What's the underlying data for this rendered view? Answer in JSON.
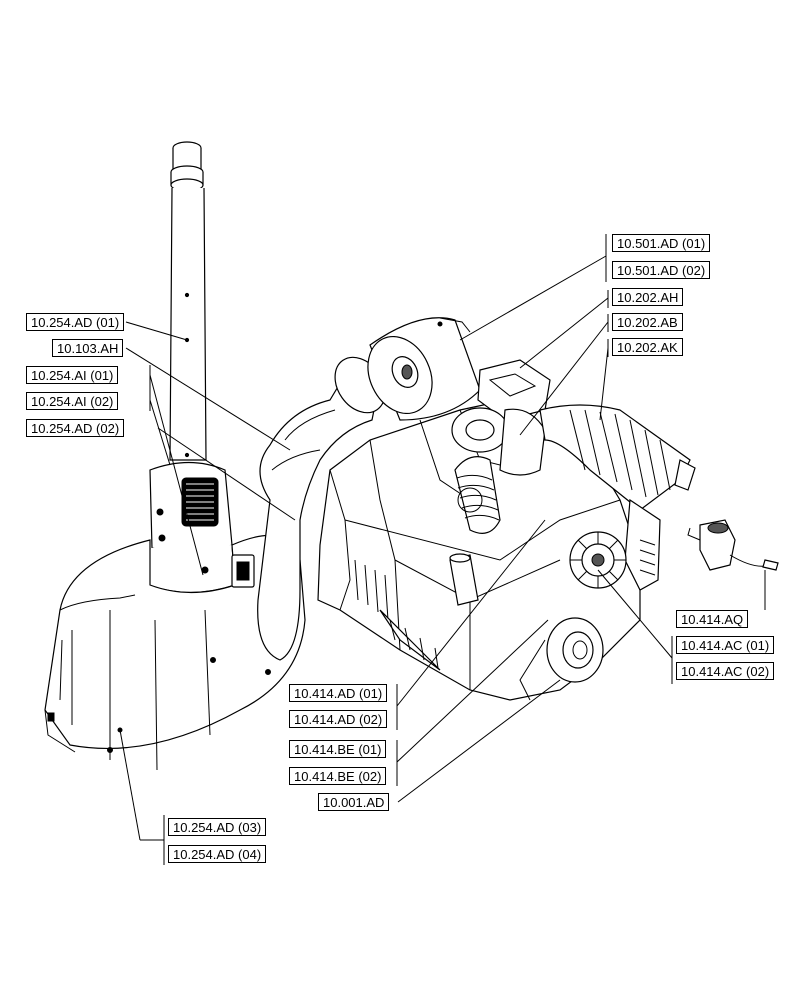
{
  "labels": [
    {
      "id": "l1",
      "text": "10.501.AD (01)",
      "interactable": true
    },
    {
      "id": "l2",
      "text": "10.501.AD (02)",
      "interactable": true
    },
    {
      "id": "l3",
      "text": "10.202.AH",
      "interactable": true
    },
    {
      "id": "l4",
      "text": "10.202.AB",
      "interactable": true
    },
    {
      "id": "l5",
      "text": "10.202.AK",
      "interactable": true
    },
    {
      "id": "l6",
      "text": "10.254.AD (01)",
      "interactable": true
    },
    {
      "id": "l7",
      "text": "10.103.AH",
      "interactable": true
    },
    {
      "id": "l8",
      "text": "10.254.AI (01)",
      "interactable": true
    },
    {
      "id": "l9",
      "text": "10.254.AI (02)",
      "interactable": true
    },
    {
      "id": "l10",
      "text": "10.254.AD (02)",
      "interactable": true
    },
    {
      "id": "l11",
      "text": "10.414.AQ",
      "interactable": true
    },
    {
      "id": "l12",
      "text": "10.414.AC (01)",
      "interactable": true
    },
    {
      "id": "l13",
      "text": "10.414.AC (02)",
      "interactable": true
    },
    {
      "id": "l14",
      "text": "10.414.AD (01)",
      "interactable": true
    },
    {
      "id": "l15",
      "text": "10.414.AD (02)",
      "interactable": true
    },
    {
      "id": "l16",
      "text": "10.414.BE (01)",
      "interactable": true
    },
    {
      "id": "l17",
      "text": "10.414.BE (02)",
      "interactable": true
    },
    {
      "id": "l18",
      "text": "10.001.AD",
      "interactable": true
    },
    {
      "id": "l19",
      "text": "10.254.AD (03)",
      "interactable": true
    },
    {
      "id": "l20",
      "text": "10.254.AD (04)",
      "interactable": true
    }
  ]
}
